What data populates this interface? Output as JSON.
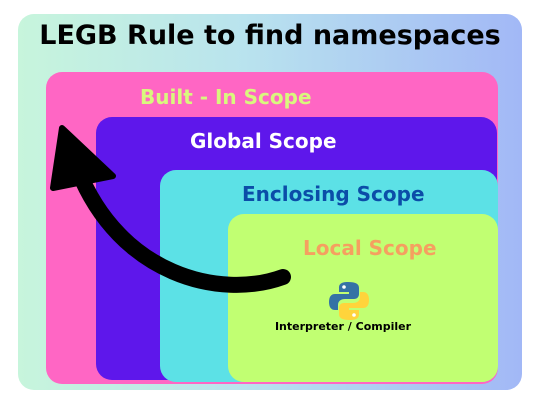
{
  "title": "LEGB Rule to find namespaces",
  "scopes": {
    "builtin": "Built - In Scope",
    "global": "Global Scope",
    "enclosing": "Enclosing Scope",
    "local": "Local Scope"
  },
  "interpreter_label": "Interpreter / Compiler",
  "icons": {
    "logo": "python-icon",
    "arrow": "curved-arrow-icon"
  },
  "colors": {
    "background_left": "#c7f5dc",
    "background_right": "#a2b8f6",
    "builtin": "#ff66c4",
    "global": "#5e17eb",
    "enclosing": "#5ce1e6",
    "local": "#c1ff72",
    "arrow": "#000000"
  }
}
